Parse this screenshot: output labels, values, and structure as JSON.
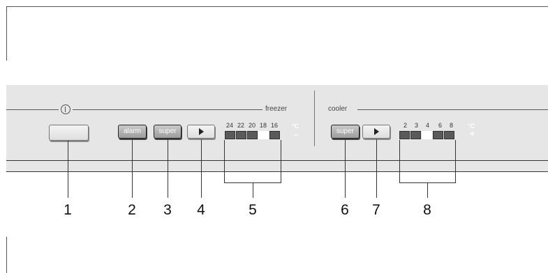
{
  "freezer": {
    "label": "freezer",
    "alarm_label": "alarm",
    "super_label": "super",
    "temps": [
      "24",
      "22",
      "20",
      "18",
      "16"
    ],
    "selected_temp": "18",
    "unit": "°C",
    "sign": "–"
  },
  "cooler": {
    "label": "cooler",
    "super_label": "super",
    "temps": [
      "2",
      "3",
      "4",
      "6",
      "8"
    ],
    "selected_temp": "4",
    "unit": "°C",
    "sign": "+"
  },
  "callouts": [
    "1",
    "2",
    "3",
    "4",
    "5",
    "6",
    "7",
    "8"
  ],
  "icons": {
    "power": "power-icon",
    "next": "play-icon"
  }
}
